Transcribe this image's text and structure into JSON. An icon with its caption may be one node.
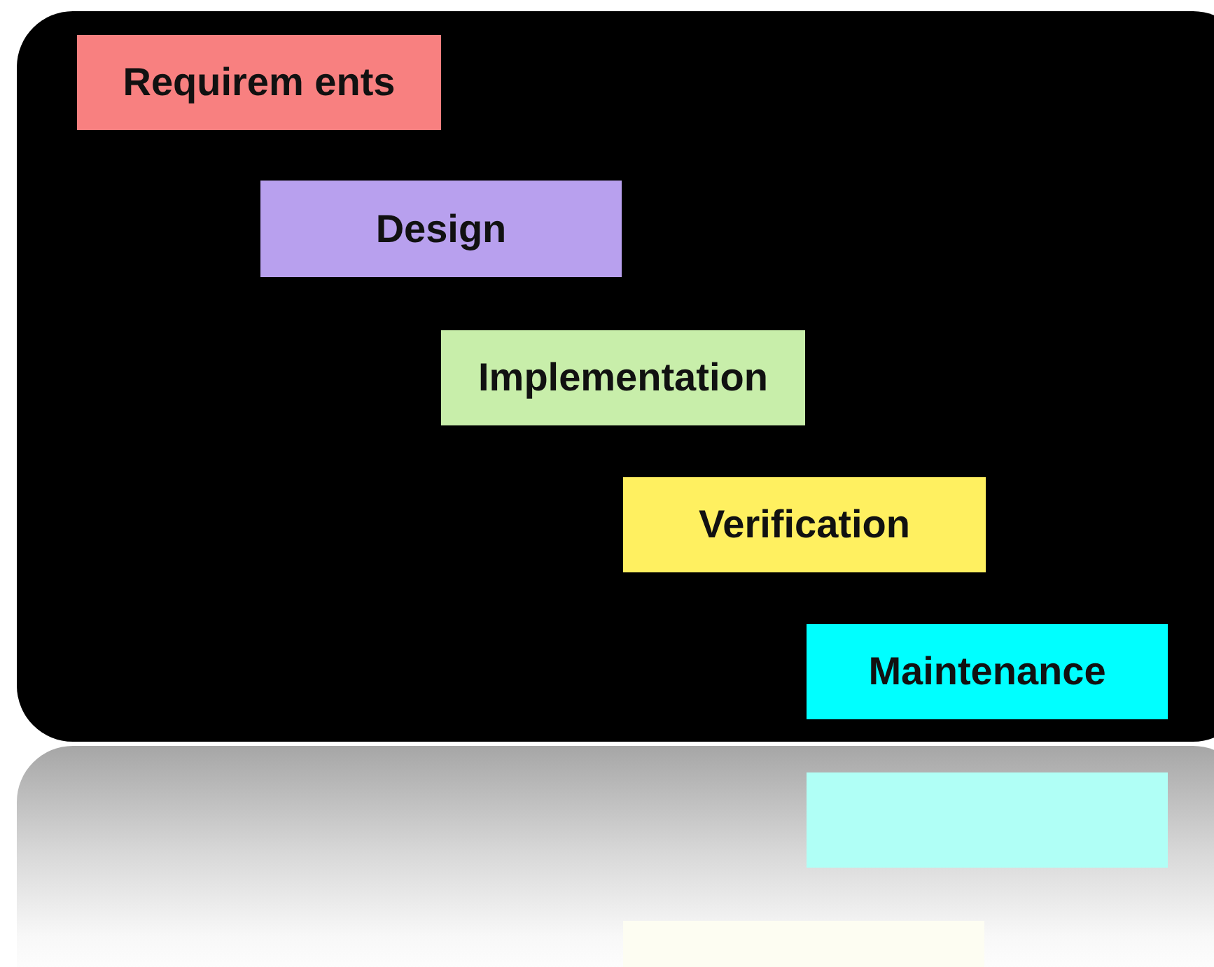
{
  "diagram": {
    "nodes": [
      {
        "text": [
          "Requirem ents"
        ]
      },
      {
        "text": [
          "Design"
        ]
      },
      {
        "text": [
          "Implementation"
        ]
      },
      {
        "text": [
          "Verification"
        ]
      },
      {
        "text": [
          "Maintenance"
        ]
      }
    ]
  }
}
